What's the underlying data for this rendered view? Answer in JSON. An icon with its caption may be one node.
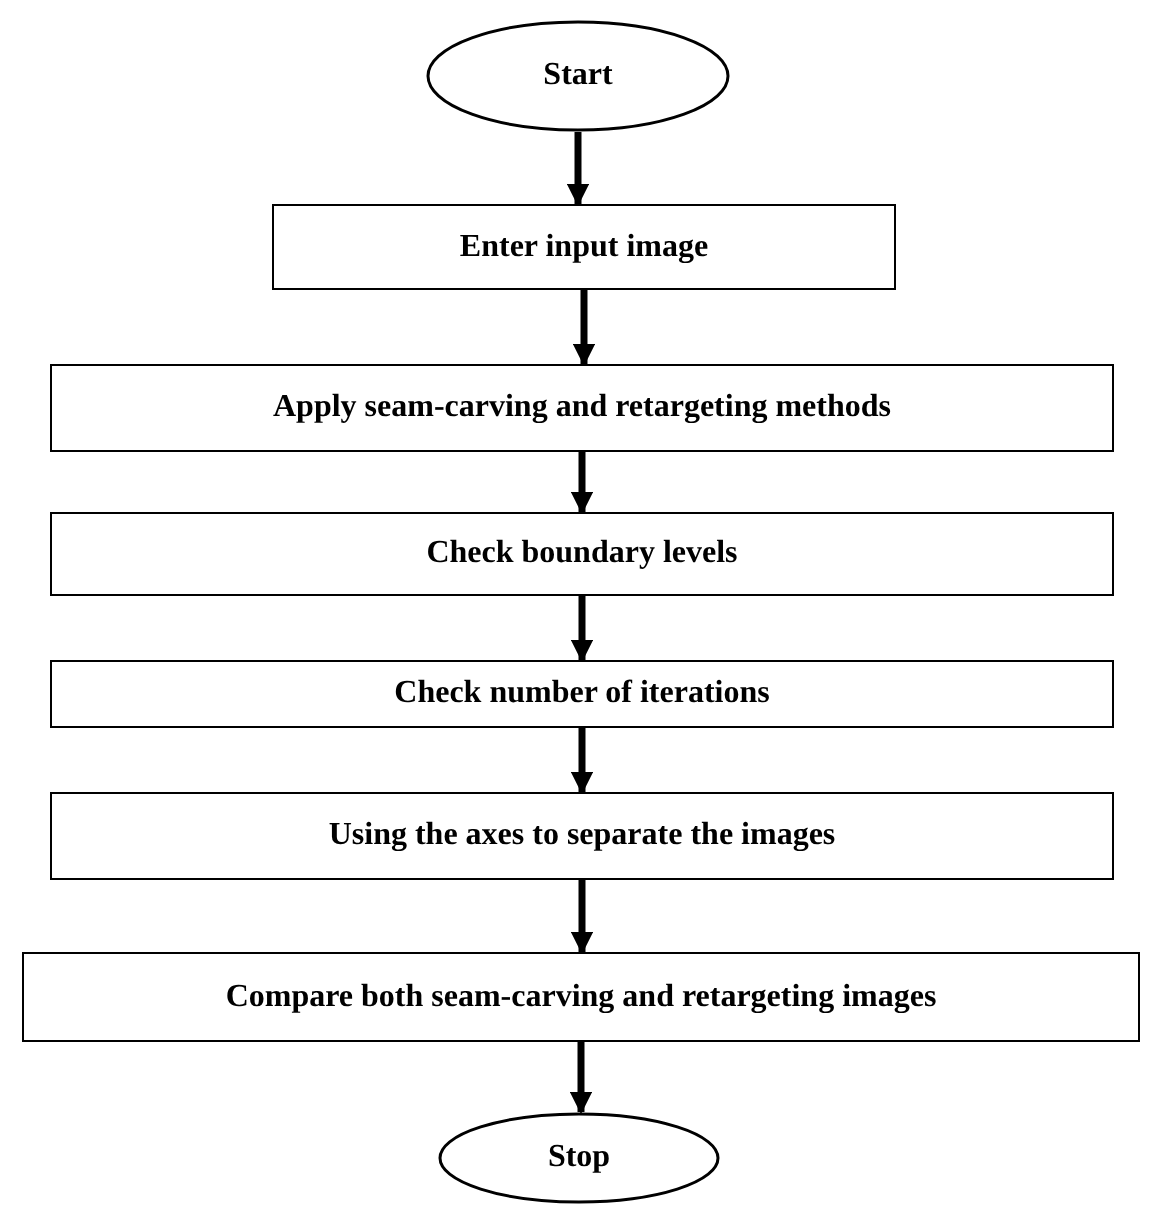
{
  "diagram": {
    "nodes": [
      {
        "text": [
          "Start"
        ]
      },
      {
        "text": [
          "Enter input image"
        ]
      },
      {
        "text": [
          "Apply seam-carving and retargeting methods"
        ]
      },
      {
        "text": [
          "Check boundary levels"
        ]
      },
      {
        "text": [
          "Check number of iterations"
        ]
      },
      {
        "text": [
          "Using the axes to separate the images"
        ]
      },
      {
        "text": [
          "Compare both seam-carving and retargeting images"
        ]
      },
      {
        "text": [
          "Stop"
        ]
      }
    ],
    "edges": [
      {
        "from": 0,
        "to": 1,
        "arrow": "to"
      },
      {
        "from": 1,
        "to": 2,
        "arrow": "to"
      },
      {
        "from": 2,
        "to": 3,
        "arrow": "to"
      },
      {
        "from": 3,
        "to": 4,
        "arrow": "to"
      },
      {
        "from": 4,
        "to": 5,
        "arrow": "to"
      },
      {
        "from": 5,
        "to": 6,
        "arrow": "to"
      },
      {
        "from": 6,
        "to": 7,
        "arrow": "to"
      }
    ]
  }
}
